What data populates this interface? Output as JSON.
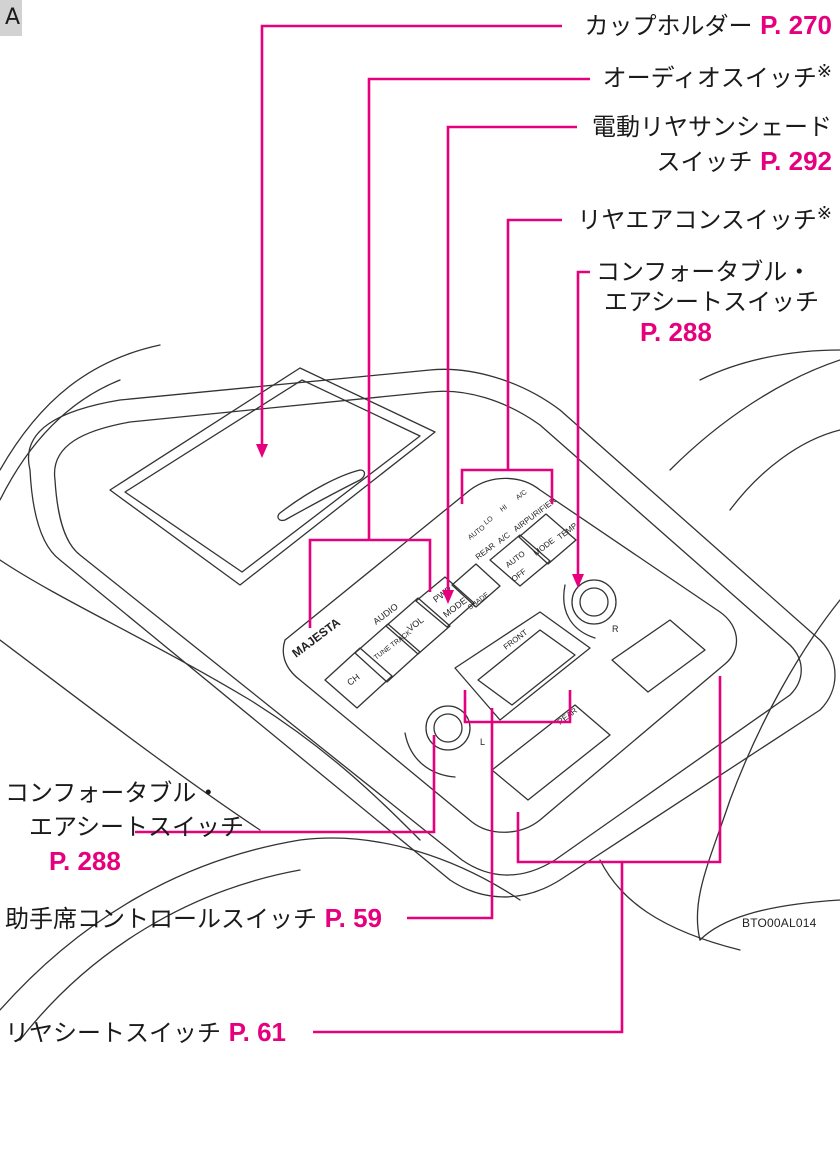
{
  "section_tab": "A",
  "accent_color": "#e6007e",
  "callouts": {
    "cup_holder": {
      "label": "カップホルダー",
      "page": "P. 270"
    },
    "audio_switch": {
      "label": "オーディオスイッチ",
      "note": "※"
    },
    "rear_shade": {
      "line1": "電動リヤサンシェード",
      "line2": "スイッチ",
      "page": "P. 292"
    },
    "rear_ac": {
      "label": "リヤエアコンスイッチ",
      "note": "※"
    },
    "comfort_seat_right": {
      "line1": "コンフォータブル・",
      "line2": "エアシートスイッチ",
      "page": "P. 288"
    },
    "comfort_seat_left": {
      "line1": "コンフォータブル・",
      "line2": "エアシートスイッチ",
      "page": "P. 288"
    },
    "passenger_control": {
      "label": "助手席コントロールスイッチ",
      "page": "P. 59"
    },
    "rear_seat": {
      "label": "リヤシートスイッチ",
      "page": "P. 61"
    }
  },
  "figure_code": "BTO00AL014",
  "panel": {
    "brand": "MAJESTA",
    "audio_title": "AUDIO",
    "audio_buttons": [
      "CH",
      "TUNE TRACK",
      "VOL",
      "PWR",
      "MODE"
    ],
    "shade_label": "SHADE",
    "ac_indicators": [
      "AUTO",
      "LO",
      "HI",
      "A/C"
    ],
    "ac_titles": [
      "REAR",
      "A/C",
      "AIRPURIFIER"
    ],
    "ac_buttons": [
      "AUTO",
      "OFF",
      "MODE",
      "TEMP"
    ],
    "front_label": "FRONT",
    "rear_label": "REAR",
    "knob_left": "L",
    "knob_right": "R"
  }
}
